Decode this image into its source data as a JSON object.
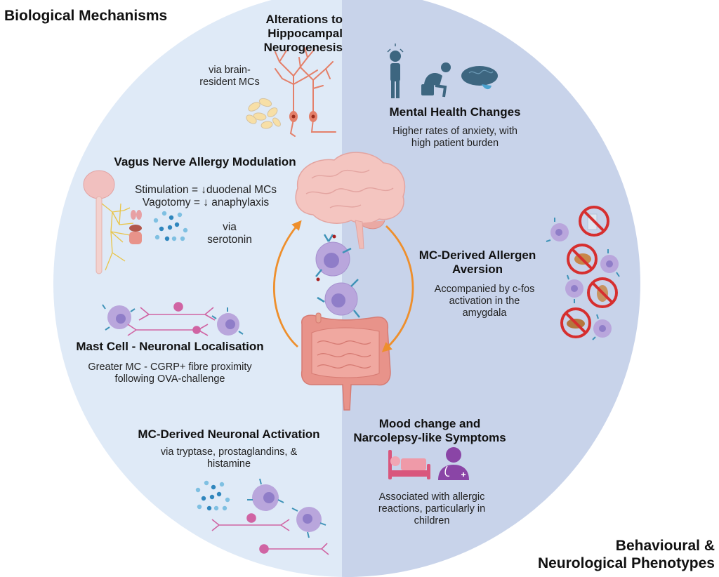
{
  "corner_labels": {
    "left_title": "Biological Mechanisms",
    "right_title_line1": "Behavioural &",
    "right_title_line2": "Neurological Phenotypes"
  },
  "colors": {
    "left_half": "#dfeaf7",
    "right_half": "#c8d3ea",
    "arrow": "#ee8f2c",
    "brain": "#f1b9b5",
    "gut": "#e8938a",
    "mast_cell": "#b9a6dc",
    "mast_cell_nucleus": "#8f7dc8",
    "antibody": "#3f93b8",
    "neuron_hippocampal": "#e4806a",
    "neuron_pink": "#d064a3",
    "icon_dark_teal": "#3d6680",
    "prohibit_red": "#d62f2f",
    "bed_pink": "#d9567d",
    "doctor_purple": "#8a45a6",
    "serotonin": "#4aa2cf"
  },
  "sections": {
    "hippocampal": {
      "title_lines": [
        "Alterations to",
        "Hippocampal",
        "Neurogenesis"
      ],
      "note_lines": [
        "via brain-",
        "resident MCs"
      ]
    },
    "vagus": {
      "title": "Vagus Nerve Allergy Modulation",
      "lines": [
        "Stimulation = ↓duodenal MCs",
        "Vagotomy = ↓ anaphylaxis"
      ],
      "note_lines": [
        "via",
        "serotonin"
      ]
    },
    "localisation": {
      "title": "Mast Cell - Neuronal Localisation",
      "lines": [
        "Greater MC - CGRP+ fibre proximity",
        "following OVA-challenge"
      ]
    },
    "activation": {
      "title": "MC-Derived Neuronal Activation",
      "lines": [
        "via tryptase, prostaglandins, &",
        "histamine"
      ]
    },
    "mental_health": {
      "title": "Mental Health Changes",
      "lines": [
        "Higher rates of anxiety, with",
        "high patient burden"
      ]
    },
    "aversion": {
      "title_lines": [
        "MC-Derived Allergen",
        "Aversion"
      ],
      "lines": [
        "Accompanied by c-fos",
        "activation in the",
        "amygdala"
      ]
    },
    "mood": {
      "title_lines": [
        "Mood change and",
        "Narcolepsy-like Symptoms"
      ],
      "lines": [
        "Associated with allergic",
        "reactions, particularly in",
        "children"
      ]
    }
  },
  "icons": {
    "central": [
      "brain-illustration",
      "mast-cell-degranulating",
      "mast-cell-resting",
      "intestine-illustration",
      "cycle-arrow-left-up",
      "cycle-arrow-right-down"
    ],
    "hippocampal": [
      "hippocampal-neuron",
      "glial-cells"
    ],
    "vagus": [
      "brain-spinal-cord",
      "vagus-nerve",
      "lungs",
      "stomach-intestine",
      "serotonin-molecules"
    ],
    "mental_health": [
      "stressed-person",
      "sad-sitting-person",
      "brain"
    ],
    "aversion": [
      "no-milk",
      "no-walnut",
      "no-peanut",
      "no-mixed-nuts",
      "mast-cell"
    ],
    "mood": [
      "bed-patient",
      "doctor"
    ]
  }
}
